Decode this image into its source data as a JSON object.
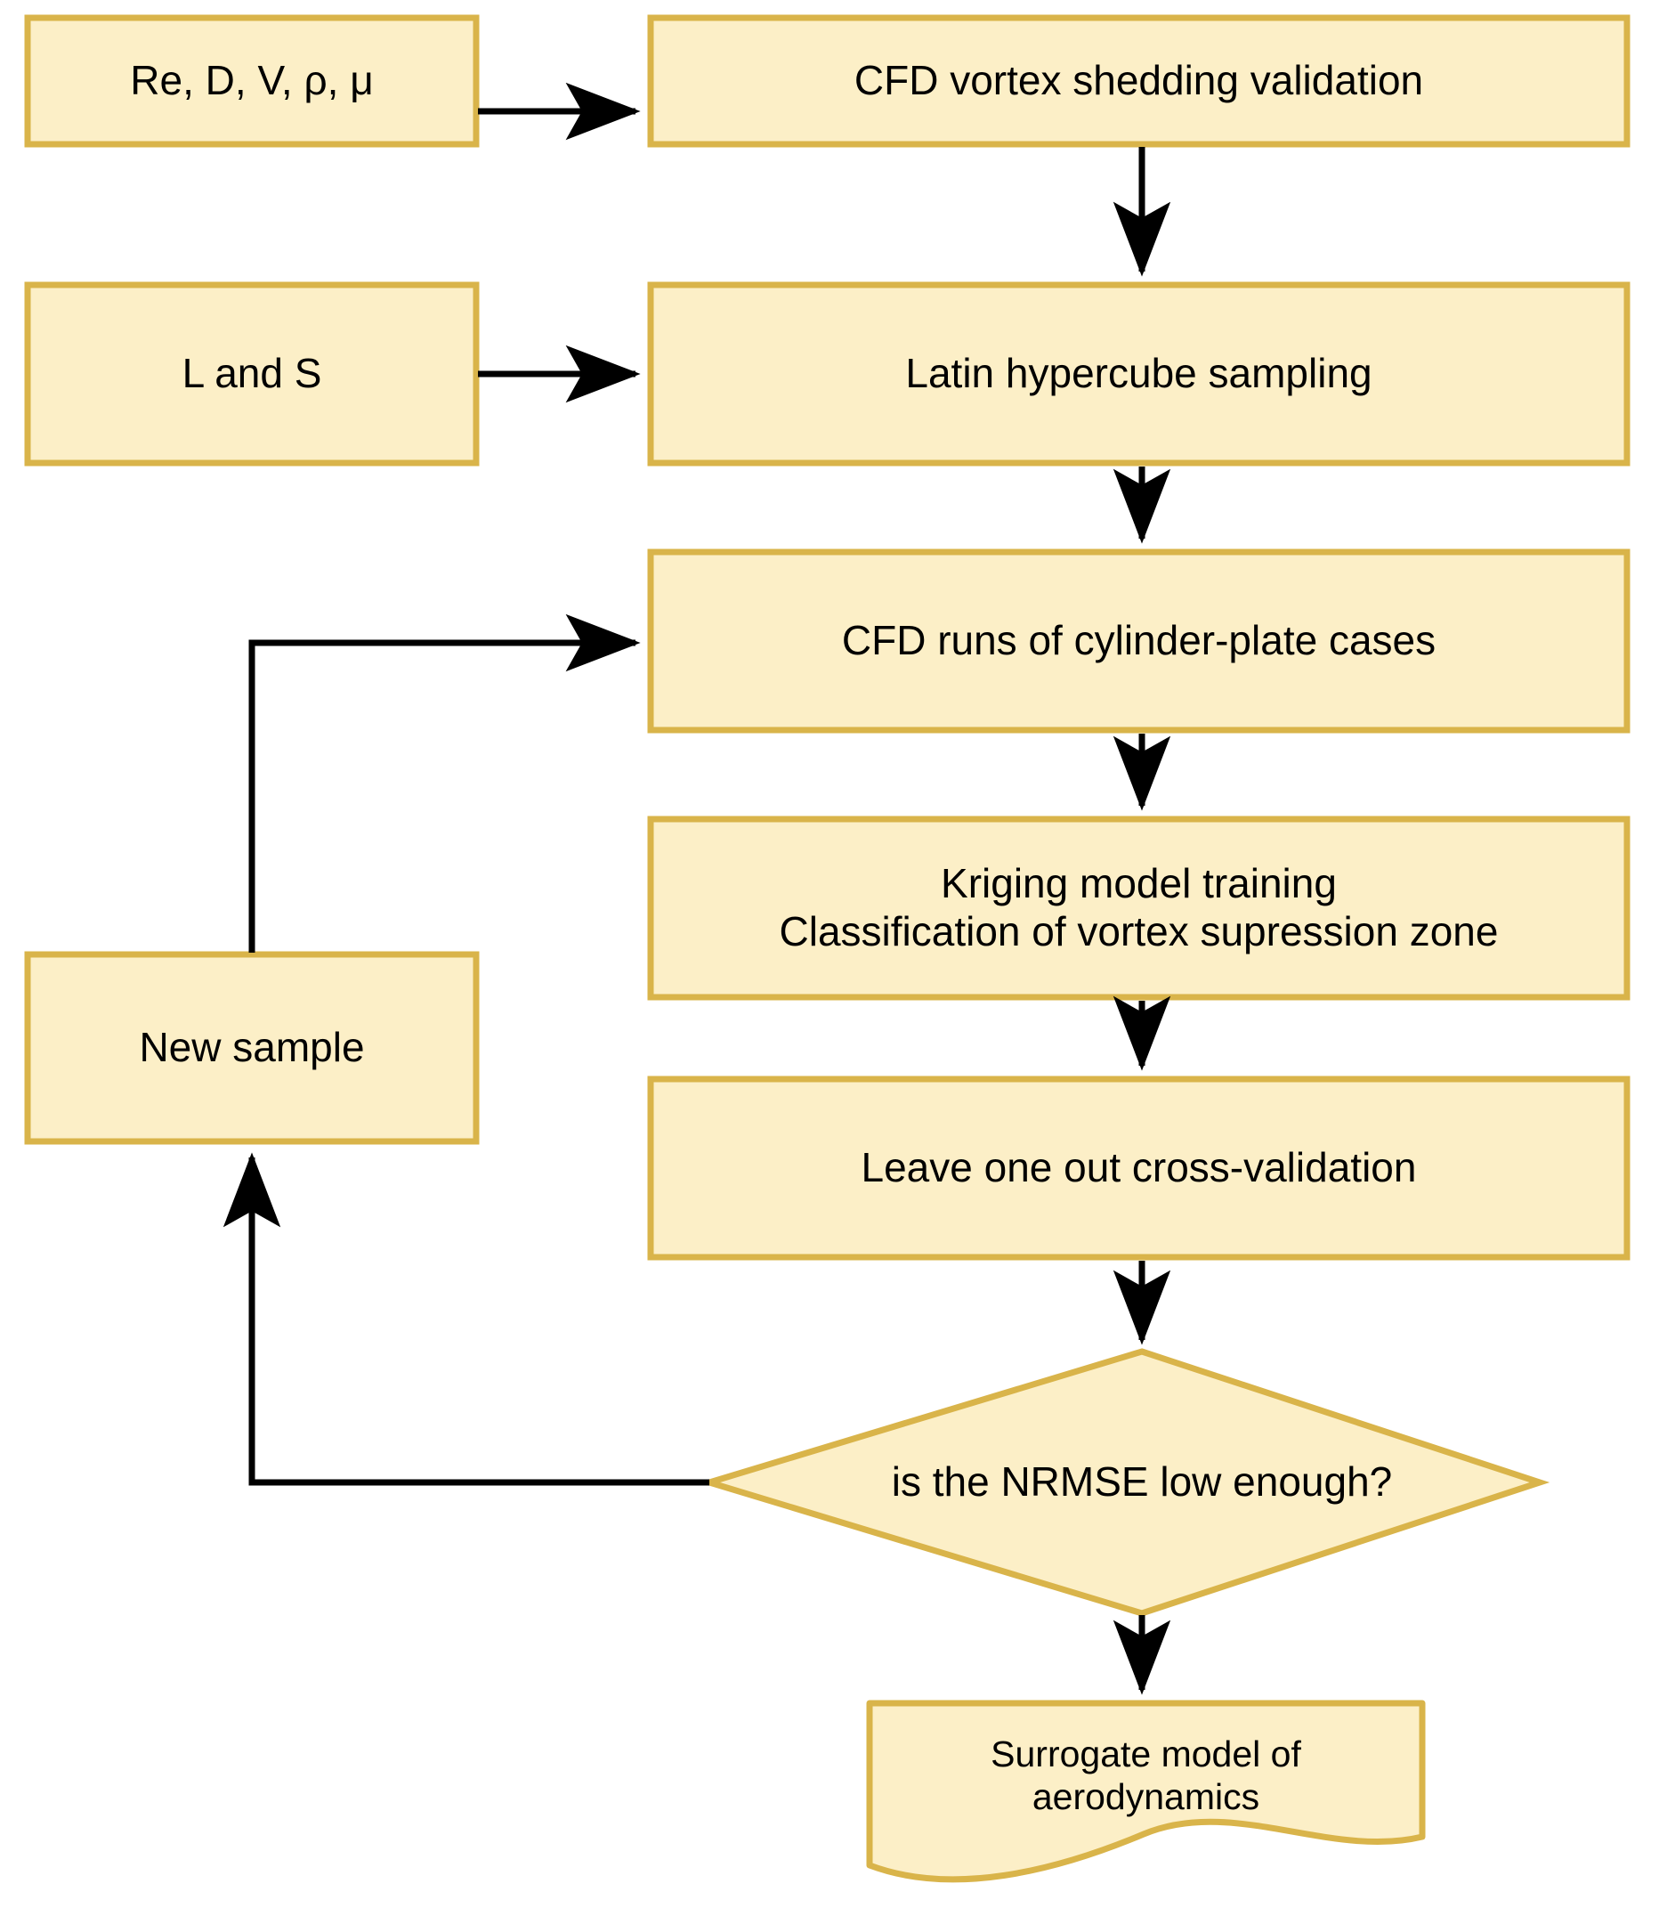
{
  "diagram": {
    "type": "flowchart",
    "title": "",
    "colors": {
      "node_fill": "#FCEFC7",
      "node_border": "#DCB council",
      "node_border_hex": "#D9B44A",
      "arrow": "#000000",
      "text": "#000000",
      "background": "#FFFFFF"
    },
    "nodes": [
      {
        "id": "inputs-flow",
        "shape": "rectangle",
        "label": "Re, D, V, ρ, μ"
      },
      {
        "id": "cfd-validation",
        "shape": "rectangle",
        "label": "CFD vortex shedding validation"
      },
      {
        "id": "inputs-geometry",
        "shape": "rectangle",
        "label": "L and S"
      },
      {
        "id": "lhs",
        "shape": "rectangle",
        "label": "Latin hypercube sampling"
      },
      {
        "id": "cfd-runs",
        "shape": "rectangle",
        "label": "CFD runs of cylinder-plate cases"
      },
      {
        "id": "kriging",
        "shape": "rectangle",
        "label": "Kriging model training\nClassification of vortex supression zone"
      },
      {
        "id": "loocv",
        "shape": "rectangle",
        "label": "Leave one out cross-validation"
      },
      {
        "id": "decision-nrmse",
        "shape": "diamond",
        "label": "is the NRMSE low enough?"
      },
      {
        "id": "surrogate",
        "shape": "document",
        "label": "Surrogate model of\naerodynamics"
      },
      {
        "id": "new-sample",
        "shape": "rectangle",
        "label": "New sample"
      }
    ],
    "edges": [
      {
        "id": "e1",
        "from": "inputs-flow",
        "to": "cfd-validation",
        "label": ""
      },
      {
        "id": "e2",
        "from": "cfd-validation",
        "to": "lhs",
        "label": ""
      },
      {
        "id": "e3",
        "from": "inputs-geometry",
        "to": "lhs",
        "label": ""
      },
      {
        "id": "e4",
        "from": "lhs",
        "to": "cfd-runs",
        "label": ""
      },
      {
        "id": "e5",
        "from": "cfd-runs",
        "to": "kriging",
        "label": ""
      },
      {
        "id": "e6",
        "from": "kriging",
        "to": "loocv",
        "label": ""
      },
      {
        "id": "e7",
        "from": "loocv",
        "to": "decision-nrmse",
        "label": ""
      },
      {
        "id": "e8",
        "from": "decision-nrmse",
        "to": "surrogate",
        "label": ""
      },
      {
        "id": "e9",
        "from": "decision-nrmse",
        "to": "new-sample",
        "label": ""
      },
      {
        "id": "e10",
        "from": "new-sample",
        "to": "cfd-runs",
        "label": ""
      }
    ]
  }
}
